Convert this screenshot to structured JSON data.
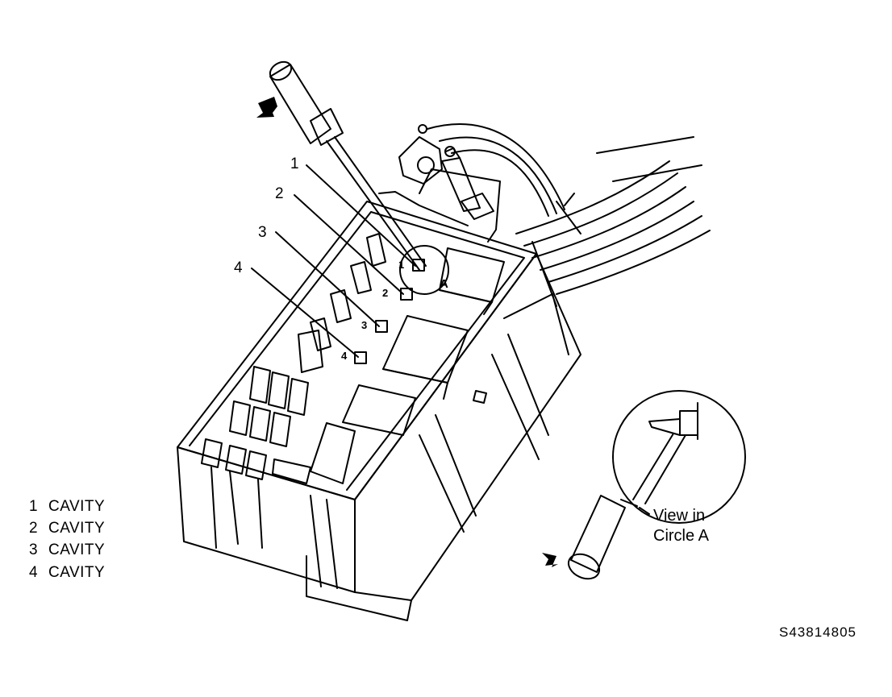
{
  "callouts": [
    {
      "id": "1",
      "label": "1"
    },
    {
      "id": "2",
      "label": "2"
    },
    {
      "id": "3",
      "label": "3"
    },
    {
      "id": "4",
      "label": "4"
    }
  ],
  "cavity_marks": [
    "1",
    "2",
    "3",
    "4"
  ],
  "circle_label": "A",
  "legend": [
    {
      "num": "1",
      "text": "CAVITY"
    },
    {
      "num": "2",
      "text": "CAVITY"
    },
    {
      "num": "3",
      "text": "CAVITY"
    },
    {
      "num": "4",
      "text": "CAVITY"
    }
  ],
  "detail_caption": [
    "View in",
    "Circle A"
  ],
  "figure_id": "S43814805"
}
